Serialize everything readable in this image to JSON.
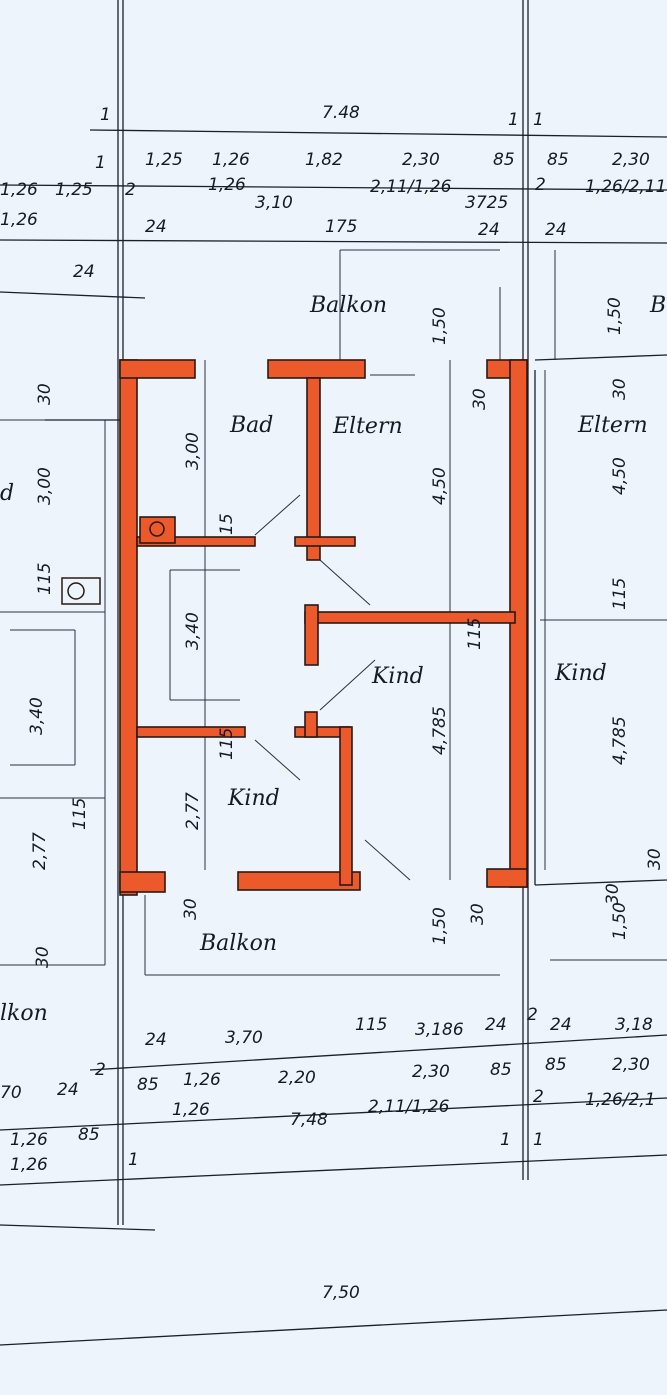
{
  "rooms": {
    "bad": "Bad",
    "eltern": "Eltern",
    "kind_1": "Kind",
    "kind_2": "Kind",
    "balkon_top": "Balkon",
    "balkon_bottom": "Balkon",
    "eltern_right": "Eltern",
    "kind_right": "Kind",
    "balkon_left": "lkon",
    "kind_left": "d",
    "balkon_right_partial": "B"
  },
  "dimensions": {
    "top_overall": "7.48",
    "top_1a": "1",
    "top_1b": "1",
    "top_1c": "1",
    "top_1d": "1",
    "top_row2": [
      "1,25",
      "1,26",
      "1,82",
      "2,30",
      "85",
      "85",
      "2,30"
    ],
    "top_row2_under": [
      "1,26",
      "2,11/1,26",
      "2",
      "1,26/2,11"
    ],
    "top_row3": [
      "1,26",
      "1,25",
      "2",
      "24",
      "3,10",
      "175",
      "3725",
      "24",
      "24",
      "1,26",
      "24"
    ],
    "left_vertical": [
      "30",
      "3,00",
      "115",
      "3,40",
      "115",
      "2,77",
      "30"
    ],
    "inner_vertical": [
      "1,50",
      "3,00",
      "15",
      "3,40",
      "115",
      "2,77",
      "30",
      "4,50",
      "115",
      "4,785",
      "1,50",
      "30",
      "30",
      "30"
    ],
    "right_vertical": [
      "1,50",
      "30",
      "4,50",
      "115",
      "4,785",
      "30",
      "1,50"
    ],
    "bottom_row1": [
      "24",
      "3,70",
      "115",
      "3,186",
      "24",
      "2",
      "24",
      "3,18"
    ],
    "bottom_row2": [
      "70",
      "24",
      "2",
      "85",
      "1,26",
      "2,20",
      "2,30",
      "85",
      "85",
      "2,30"
    ],
    "bottom_row2_under": [
      "1,26",
      "2,11/1,26",
      "2",
      "1,26/2,1"
    ],
    "bottom_row3": [
      "1,26",
      "85",
      "7,48",
      "1",
      "1"
    ],
    "bottom_row3_under": [
      "1,26",
      "1"
    ],
    "bottom_overall": "7,50"
  },
  "colors": {
    "wall": "#ec5a2c",
    "paper": "#eef4fb",
    "ink": "#151a24"
  }
}
